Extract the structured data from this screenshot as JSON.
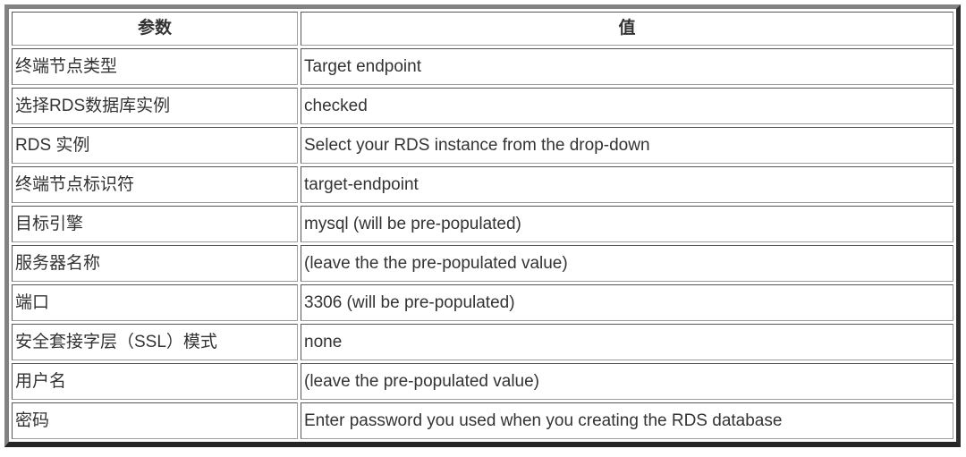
{
  "table": {
    "columns": {
      "param": "参数",
      "value": "值"
    },
    "rows": [
      {
        "param": "终端节点类型",
        "value": "Target endpoint"
      },
      {
        "param": "选择RDS数据库实例",
        "value": "checked"
      },
      {
        "param": "RDS 实例",
        "value": "Select your RDS instance from the drop-down"
      },
      {
        "param": "终端节点标识符",
        "value": "target-endpoint"
      },
      {
        "param": "目标引擎",
        "value": "mysql (will be pre-populated)"
      },
      {
        "param": "服务器名称",
        "value": "(leave the the pre-populated value)"
      },
      {
        "param": "端口",
        "value": "3306 (will be pre-populated)"
      },
      {
        "param": "安全套接字层（SSL）模式",
        "value": "none"
      },
      {
        "param": "用户名",
        "value": "(leave the pre-populated value)"
      },
      {
        "param": "密码",
        "value": "Enter password you used when you creating the RDS database"
      }
    ],
    "colors": {
      "frame_light": "#828282",
      "frame_dark": "#2d2d2d",
      "cell_border_dark": "#565656",
      "cell_border_light": "#9c9c9c",
      "text": "#333333"
    }
  }
}
